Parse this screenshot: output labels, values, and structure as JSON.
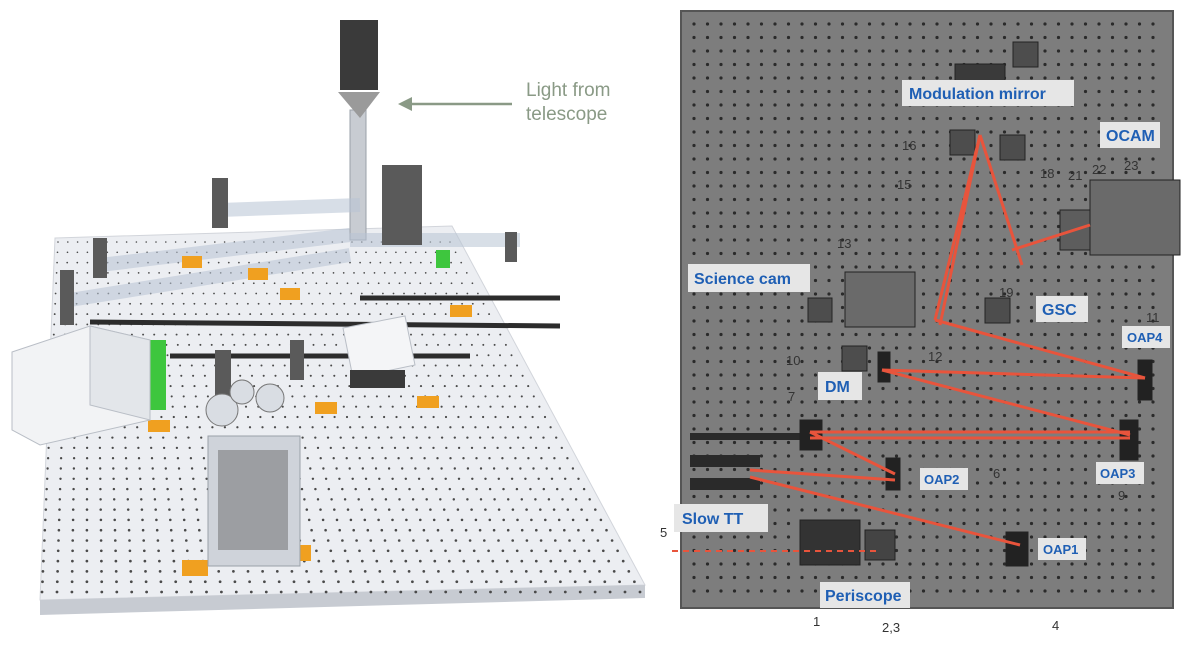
{
  "left_panel": {
    "annotation": "Light from\ntelescope"
  },
  "right_panel": {
    "labels": {
      "modulation_mirror": "Modulation mirror",
      "ocam": "OCAM",
      "science_cam": "Science cam",
      "gsc": "GSC",
      "oap4": "OAP4",
      "dm": "DM",
      "oap3": "OAP3",
      "oap2": "OAP2",
      "slow_tt": "Slow TT",
      "oap1": "OAP1",
      "periscope": "Periscope"
    },
    "numbers": [
      "1",
      "2,3",
      "4",
      "5",
      "6",
      "7",
      "9",
      "10",
      "11",
      "12",
      "13",
      "15",
      "16",
      "18",
      "19",
      "21",
      "22",
      "23"
    ]
  },
  "colors": {
    "beam": "#e8543c",
    "label_text": "#1f5fb4",
    "annotation_text": "#8a9a86",
    "plate_dark": "#7a7a7a",
    "plate_light": "#e9eaee",
    "mount_orange": "#f0a020",
    "mount_green": "#3ec63e"
  }
}
